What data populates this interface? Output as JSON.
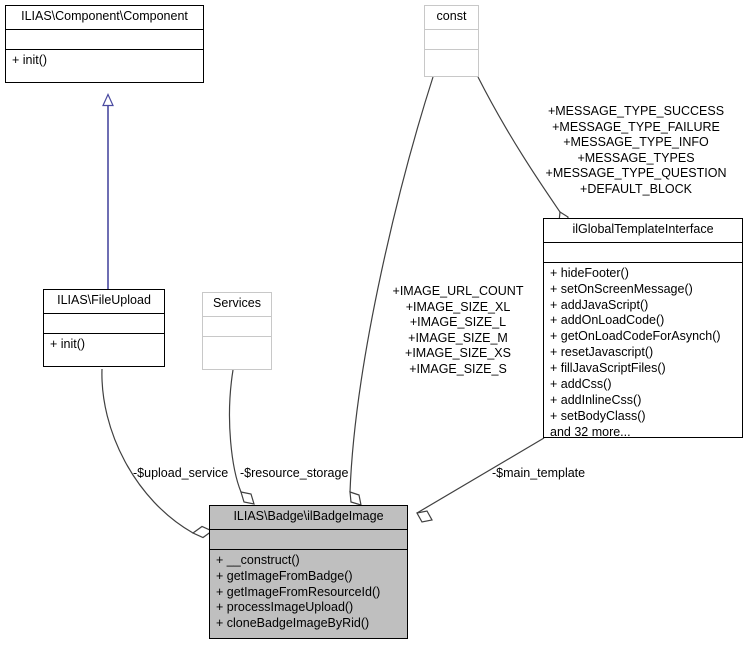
{
  "diagram": {
    "type": "uml-class-diagram",
    "title": "ILIAS\\Badge\\ilBadgeImage collaboration diagram",
    "background": "#ffffff",
    "highlight_fill": "#bfbfbf",
    "inheritance_color": "#4a4aa0",
    "association_color": "#404040"
  },
  "classes": {
    "component": {
      "name": "ILIAS\\Component\\Component",
      "attributes": [],
      "operations": [
        "+ init()"
      ]
    },
    "file_upload": {
      "name": "ILIAS\\FileUpload",
      "attributes": [],
      "operations": [
        "+ init()"
      ]
    },
    "services": {
      "name": "Services",
      "attributes": [],
      "operations": []
    },
    "const": {
      "name": "const",
      "attributes": [],
      "operations": []
    },
    "global_template": {
      "name": "ilGlobalTemplateInterface",
      "attributes": [],
      "operations": [
        "+ hideFooter()",
        "+ setOnScreenMessage()",
        "+ addJavaScript()",
        "+ addOnLoadCode()",
        "+ getOnLoadCodeForAsynch()",
        "+ resetJavascript()",
        "+ fillJavaScriptFiles()",
        "+ addCss()",
        "+ addInlineCss()",
        "+ setBodyClass()",
        "and 32 more..."
      ]
    },
    "badge_image": {
      "name": "ILIAS\\Badge\\ilBadgeImage",
      "attributes": [],
      "operations": [
        "+ __construct()",
        "+ getImageFromBadge()",
        "+ getImageFromResourceId()",
        "+ processImageUpload()",
        "+ cloneBadgeImageByRid()"
      ]
    }
  },
  "edge_labels": {
    "message_constants": [
      "+MESSAGE_TYPE_SUCCESS",
      "+MESSAGE_TYPE_FAILURE",
      "+MESSAGE_TYPE_INFO",
      "+MESSAGE_TYPES",
      "+MESSAGE_TYPE_QUESTION",
      "+DEFAULT_BLOCK"
    ],
    "image_constants": [
      "+IMAGE_URL_COUNT",
      "+IMAGE_SIZE_XL",
      "+IMAGE_SIZE_L",
      "+IMAGE_SIZE_M",
      "+IMAGE_SIZE_XS",
      "+IMAGE_SIZE_S"
    ],
    "upload_service": "-$upload_service",
    "resource_storage": "-$resource_storage",
    "main_template": "-$main_template"
  }
}
